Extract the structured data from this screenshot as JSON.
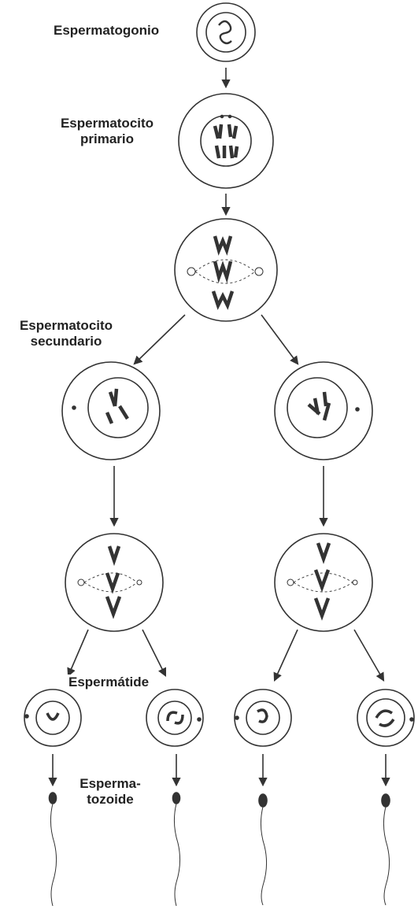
{
  "labels": {
    "spermatogonium": "Espermatogonio",
    "primary_line1": "Espermatocito",
    "primary_line2": "primario",
    "secondary_line1": "Espermatocito",
    "secondary_line2": "secundario",
    "spermatid": "Espermátide",
    "sperm_line1": "Esperma-",
    "sperm_line2": "tozoide"
  },
  "stages": [
    "spermatogonium",
    "primary-spermatocyte",
    "meiosis-I-metaphase",
    "secondary-spermatocyte",
    "meiosis-II-metaphase",
    "spermatid",
    "spermatozoon"
  ],
  "colors": {
    "ink": "#2a2a2a",
    "background": "#ffffff"
  }
}
